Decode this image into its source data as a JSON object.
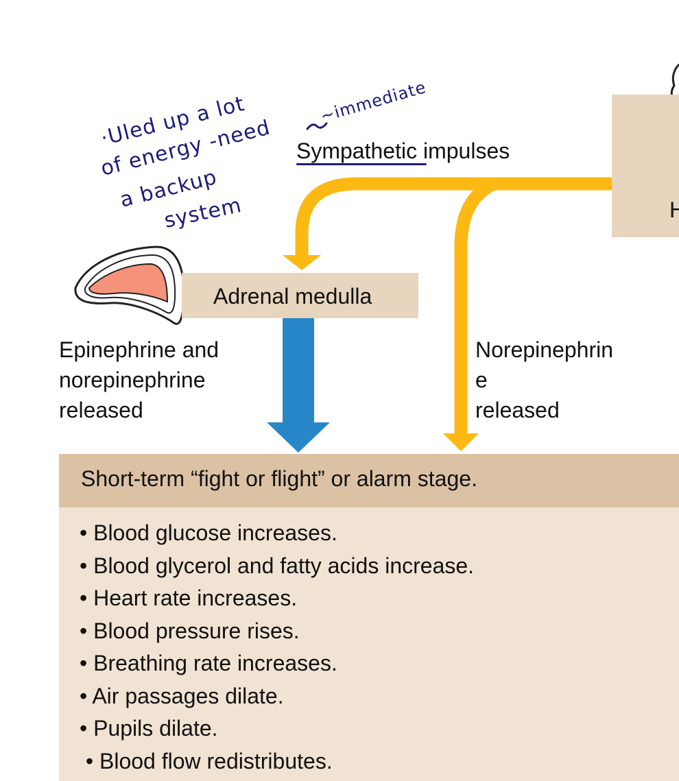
{
  "diagram": {
    "colors": {
      "sympathetic_arrow": "#fdb913",
      "hormone_arrow": "#2887c8",
      "label_box": "#e8d5be",
      "stage_header": "#dcc2a4",
      "stage_body": "#f0e3d3",
      "handwriting": "#1a1a7a",
      "gland_fill": "#f4937a"
    },
    "hypothalamus_box_label": "H",
    "sympathetic_label": "Sympathetic impulses",
    "adrenal_label": "Adrenal medulla",
    "epinephrine_label": [
      "Epinephrine and",
      "norepinephrine",
      "released"
    ],
    "norepinephrine_label": [
      "Norepinephrin",
      "e",
      "released"
    ],
    "stage_title": "Short-term “fight or flight” or alarm stage.",
    "effects": [
      "• Blood glucose increases.",
      "• Blood glycerol and fatty acids increase.",
      "• Heart rate increases.",
      "• Blood pressure rises.",
      "• Breathing rate increases.",
      "•  Air passages dilate.",
      "• Pupils dilate.",
      " • Blood flow redistributes."
    ],
    "handwritten_note": {
      "lines": [
        "·Uled up a lot",
        "of energy -need",
        "a backup",
        "system"
      ],
      "annotation": "~immediate"
    },
    "icons": [
      "adrenal-gland-icon",
      "brain-outline-icon"
    ]
  }
}
